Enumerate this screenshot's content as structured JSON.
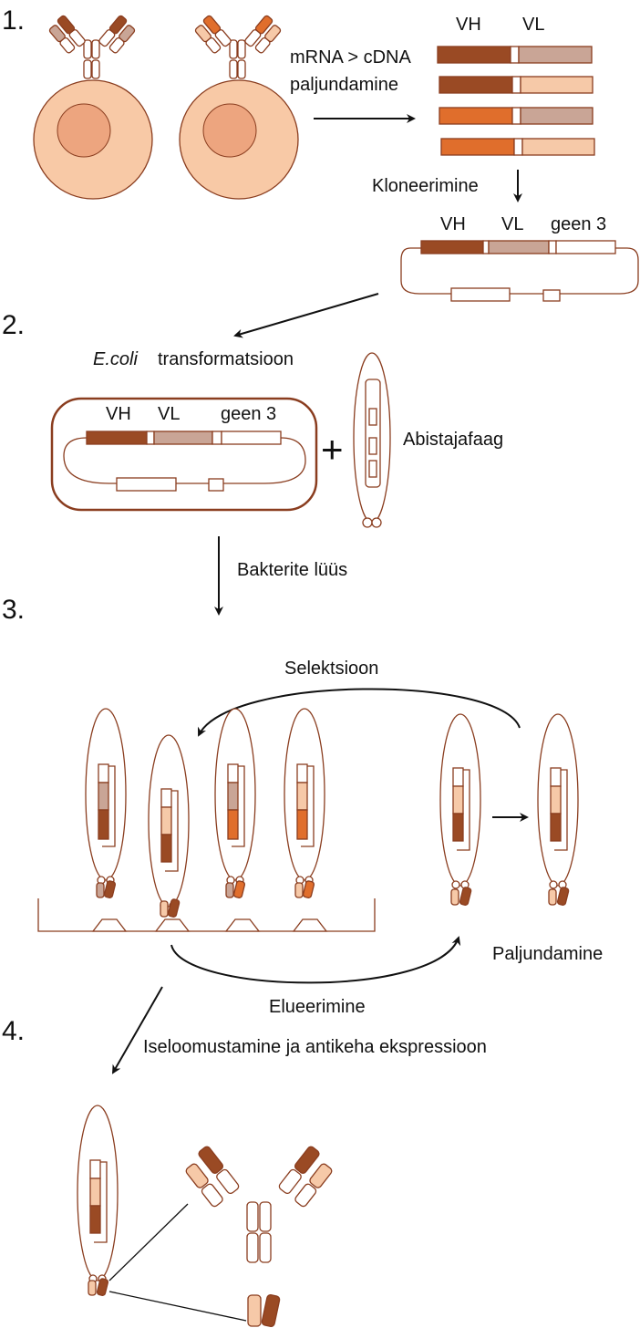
{
  "colors": {
    "outline": "#8a3d1f",
    "vh_dark": "#9a4a24",
    "vh_orange": "#e06e2c",
    "vl_taupe": "#c9a596",
    "vl_peach": "#f6c9a8",
    "cell_outer": "#f8c9a6",
    "cell_inner": "#eda57f",
    "white": "#ffffff",
    "arrow": "#111111"
  },
  "steps": [
    "1.",
    "2.",
    "3.",
    "4."
  ],
  "labels": {
    "vh": "VH",
    "vl": "VL",
    "geen3": "geen 3",
    "mrna_cdna": "mRNA > cDNA",
    "paljundamine": "paljundamine",
    "kloneerimine": "Kloneerimine",
    "ecoli": "E.coli",
    "transformatsioon": "transformatsioon",
    "plus": "+",
    "abistajafaag": "Abistajafaag",
    "bakterite_luus": "Bakterite lüüs",
    "selektsioon": "Selektsioon",
    "paljundamine_cap": "Paljundamine",
    "elueerimine": "Elueerimine",
    "iseloomustamine": "Iseloomustamine ja antikeha ekspressioon"
  }
}
